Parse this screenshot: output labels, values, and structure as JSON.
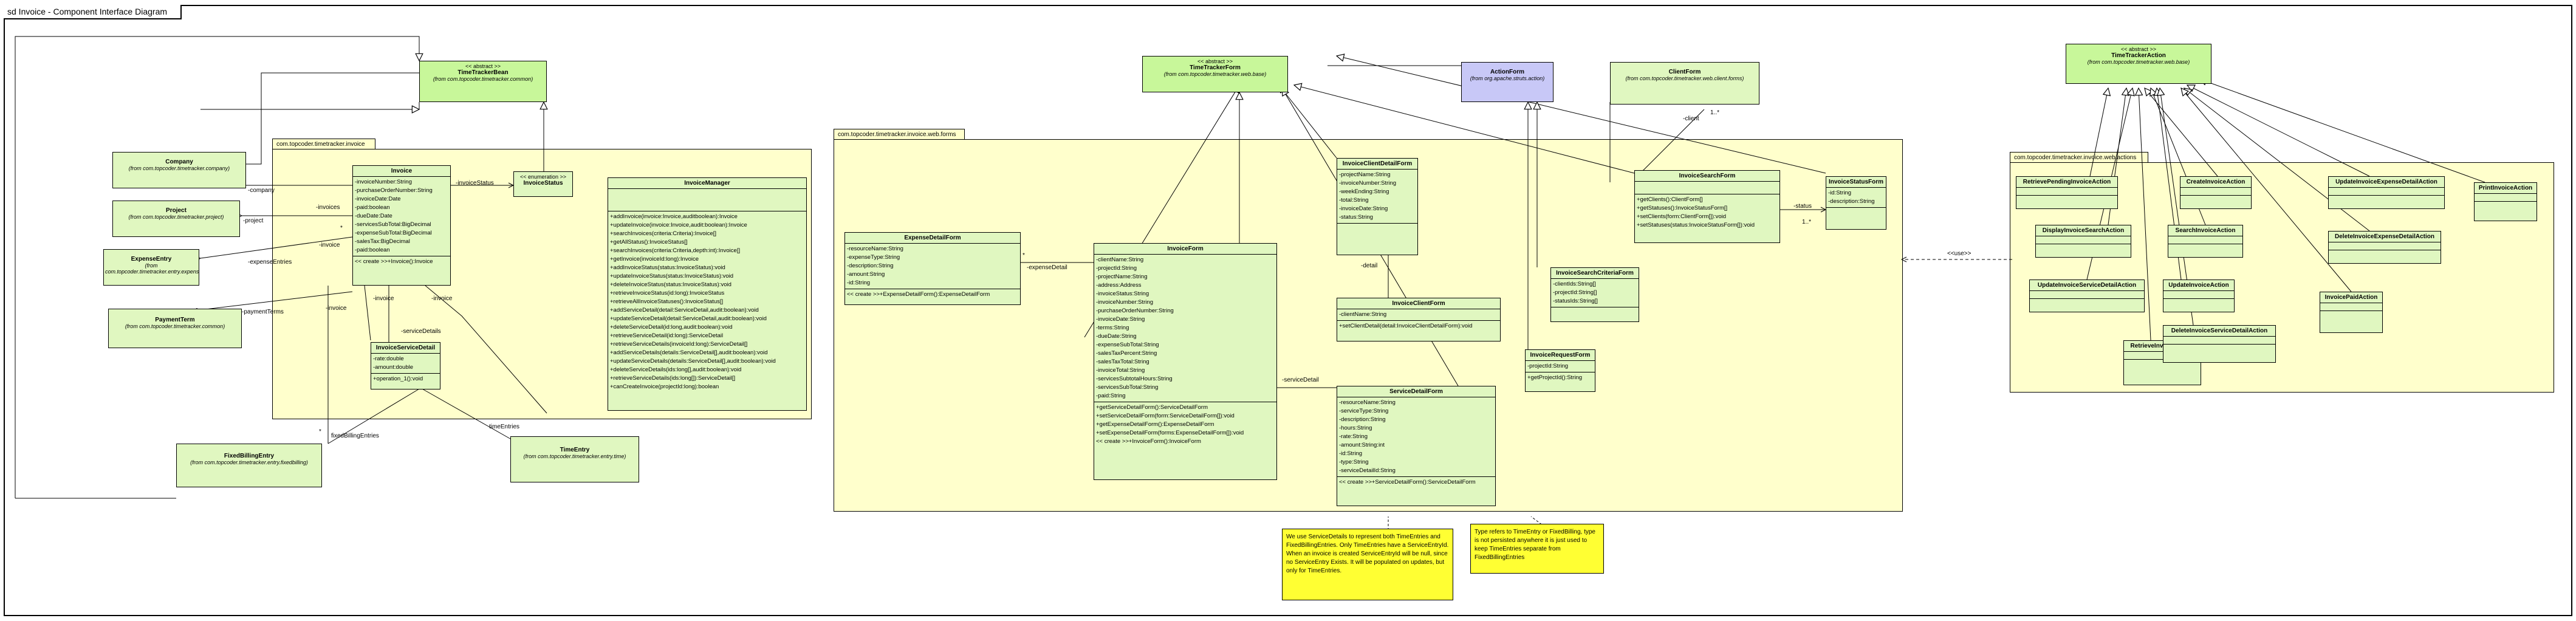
{
  "frame_title": "sd Invoice - Component Interface Diagram",
  "packages": {
    "invoice": "com.topcoder.timetracker.invoice",
    "forms": "com.topcoder.timetracker.invoice.web.forms",
    "actions": "com.topcoder.timetracker.invoice.web.actions"
  },
  "classes": {
    "timetrackerbean": {
      "stereo": "<< abstract >>",
      "name": "TimeTrackerBean",
      "ns": "(from com.topcoder.timetracker.common)"
    },
    "company": {
      "name": "Company",
      "ns": "(from com.topcoder.timetracker.company)"
    },
    "project": {
      "name": "Project",
      "ns": "(from com.topcoder.timetracker.project)"
    },
    "expenseentry": {
      "name": "ExpenseEntry",
      "ns": "(from com.topcoder.timetracker.entry.expense)"
    },
    "paymentterm": {
      "name": "PaymentTerm",
      "ns": "(from com.topcoder.timetracker.common)"
    },
    "fixedbillingentry": {
      "name": "FixedBillingEntry",
      "ns": "(from com.topcoder.timetracker.entry.fixedbilling)"
    },
    "timeentry": {
      "name": "TimeEntry",
      "ns": "(from com.topcoder.timetracker.entry.time)"
    },
    "invoice": {
      "name": "Invoice",
      "attrs": [
        "-invoiceNumber:String",
        "-purchaseOrderNumber:String",
        "-invoiceDate:Date",
        "-paid:boolean",
        "-dueDate:Date",
        "-servicesSubTotal:BigDecimal",
        "-expenseSubTotal:BigDecimal",
        "-salesTax:BigDecimal",
        "-paid:boolean"
      ],
      "ops": [
        "<< create >>+Invoice():Invoice"
      ]
    },
    "invoicestatus": {
      "stereo": "<< enumeration >>",
      "name": "InvoiceStatus"
    },
    "invoiceservicedetail": {
      "name": "InvoiceServiceDetail",
      "attrs": [
        "-rate:double",
        "-amount:double"
      ],
      "ops": [
        "+operation_1():void"
      ]
    },
    "invoicemanager": {
      "name": "InvoiceManager",
      "ops": [
        "+addInvoice(invoice:Invoice,auditboolean):Invoice",
        "+updateInvoice(invoice:Invoice,audit:boolean):Invoice",
        "+searchInvoices(criteria:Criteria):Invoice[]",
        "+getAllStatus():InvoiceStatus[]",
        "+searchInvoices(criteria:Criteria,depth:int):Invoice[]",
        "+getInvoice(invoiceId:long):Invoice",
        "+addInvoiceStatus(status:InvoiceStatus):void",
        "+updateInvoiceStatus(status:InvoiceStatus):void",
        "+deleteInvoiceStatus(status:InvoiceStatus):void",
        "+retrieveInvoiceStatus(id:long):InvoiceStatus",
        "+retrieveAllInvoiceStatuses():InvoiceStatus[]",
        "+addServiceDetail(detail:ServiceDetail,audit:boolean):void",
        "+updateServiceDetail(detail:ServiceDetail,audit:boolean):void",
        "+deleteServiceDetail(id:long,audit:boolean):void",
        "+retrieveServiceDetail(id:long):ServiceDetail",
        "+retrieveServiceDetails(invoiceId:long):ServiceDetail[]",
        "+addServiceDetails(details:ServiceDetail[],audit:boolean):void",
        "+updateServiceDetails(details:ServiceDetail[],audit:boolean):void",
        "+deleteServiceDetails(ids:long[],audit:boolean):void",
        "+retrieveServiceDetails(ids:long[]):ServiceDetail[]",
        "+canCreateInvoice(projectId:long):boolean"
      ]
    },
    "timetrackerform": {
      "stereo": "<< abstract >>",
      "name": "TimeTrackerForm",
      "ns": "(from com.topcoder.timetracker.web.base)"
    },
    "actionform": {
      "name": "ActionForm",
      "ns": "(from org.apache.struts.action)"
    },
    "clientform": {
      "name": "ClientForm",
      "ns": "(from com.topcoder.timetracker.web.client.forms)"
    },
    "expensedetailform": {
      "name": "ExpenseDetailForm",
      "attrs": [
        "-resourceName:String",
        "-expenseType:String",
        "-description:String",
        "-amount:String",
        "-id:String"
      ],
      "ops": [
        "<< create >>+ExpenseDetailForm():ExpenseDetailForm"
      ]
    },
    "invoiceform": {
      "name": "InvoiceForm",
      "attrs": [
        "-clientName:String",
        "-projectId:String",
        "-projectName:String",
        "-address:Address",
        "-invoiceStatus:String",
        "-invoiceNumber:String",
        "-purchaseOrderNumber:String",
        "-invoiceDate:String",
        "-terms:String",
        "-dueDate:String",
        "-expenseSubTotal:String",
        "-salesTaxPercent:String",
        "-salesTaxTotal:String",
        "-invoiceTotal:String",
        "-servicesSubtotalHours:String",
        "-servicesSubTotal:String",
        "-paid:String"
      ],
      "ops": [
        "+getServiceDetailForm():ServiceDetailForm",
        "+setServiceDetailForm(form:ServiceDetailForm[]):void",
        "+getExpenseDetailForm():ExpenseDetailForm",
        "+setExpenseDetailForm(forms:ExpenseDetailForm[]):void",
        "<< create >>+InvoiceForm():InvoiceForm"
      ]
    },
    "invoiceclientdetailform": {
      "name": "InvoiceClientDetailForm",
      "attrs": [
        "-projectName:String",
        "-invoiceNumber:String",
        "-weekEnding:String",
        "-total:String",
        "-invoiceDate:String",
        "-status:String"
      ]
    },
    "invoiceclientform": {
      "name": "InvoiceClientForm",
      "attrs": [
        "-clientName:String"
      ],
      "ops": [
        "+setClientDetail(detail:InvoiceClientDetailForm):void"
      ]
    },
    "servicedetailform": {
      "name": "ServiceDetailForm",
      "attrs": [
        "-resourceName:String",
        "-serviceType:String",
        "-description:String",
        "-hours:String",
        "-rate:String",
        "-amount:String:int",
        "-id:String",
        "-type:String",
        "-serviceDetailId:String"
      ],
      "ops": [
        "<< create >>+ServiceDetailForm():ServiceDetailForm"
      ]
    },
    "invoicesearchform": {
      "name": "InvoiceSearchForm",
      "ops": [
        "+getClients():ClientForm[]",
        "+getStatuses():InvoiceStatusForm[]",
        "+setClients(form:ClientForm[]):void",
        "+setStatuses(status:InvoiceStatusForm[]):void"
      ]
    },
    "invoicestatusform": {
      "name": "InvoiceStatusForm",
      "attrs": [
        "-id:String",
        "-description:String"
      ]
    },
    "invoicesearchcriteriaform": {
      "name": "InvoiceSearchCriteriaForm",
      "attrs": [
        "-clientIds:String[]",
        "-projectId:String[]",
        "-statusIds:String[]"
      ]
    },
    "invoicerequestform": {
      "name": "InvoiceRequestForm",
      "attrs": [
        "-projectId:String"
      ],
      "ops": [
        "+getProjectId():String"
      ]
    },
    "timetrackeraction": {
      "stereo": "<< abstract >>",
      "name": "TimeTrackerAction",
      "ns": "(from com.topcoder.timetracker.web.base)"
    },
    "retrievependinginvoiceaction": {
      "name": "RetrievePendingInvoiceAction"
    },
    "displayinvoicesearchaction": {
      "name": "DisplayInvoiceSearchAction"
    },
    "updateinvoiceservicedetailaction": {
      "name": "UpdateInvoiceServiceDetailAction"
    },
    "retrieveinvoiceaction": {
      "name": "RetrieveInvoiceAction"
    },
    "createinvoiceaction": {
      "name": "CreateInvoiceAction"
    },
    "searchinvoiceaction": {
      "name": "SearchInvoiceAction"
    },
    "updateinvoiceaction": {
      "name": "UpdateInvoiceAction"
    },
    "deleteinvoiceservicedetailaction": {
      "name": "DeleteInvoiceServiceDetailAction"
    },
    "updateinvoiceexpensedetailaction": {
      "name": "UpdateInvoiceExpenseDetailAction"
    },
    "deleteinvoiceexpensedetailaction": {
      "name": "DeleteInvoiceExpenseDetailAction"
    },
    "invoicepaidaction": {
      "name": "InvoicePaidAction"
    },
    "printinvoiceaction": {
      "name": "PrintInvoiceAction"
    }
  },
  "labels": {
    "company": "-company",
    "project": "-project",
    "invoices": "-invoices",
    "invoice_a": "-invoice",
    "expense_entries": "-expenseEntries",
    "payment_terms": "-paymentTerms",
    "invoice_b": "-invoice",
    "invoice_c": "-invoice",
    "invoice_d": "-invoice",
    "invoice_status": "-invoiceStatus",
    "service_details": "-serviceDetails",
    "time_entries": "timeEntries",
    "fixed_billing_entries": "fixedBillingEntries",
    "star1": "*",
    "star2": "*",
    "star3": "*",
    "star4": "*",
    "expense_detail": "-expenseDetail",
    "service_detail": "-serviceDetail",
    "detail": "-detail",
    "client": "-client",
    "status": "-status",
    "one_many1": "1..*",
    "one_many2": "1..*",
    "use": "<<use>>"
  },
  "notes": {
    "note1": "We use ServiceDetails to represent both TimeEntries and FixedBillingEntries. Only TimeEntries have a ServiceEntryId. When an invoice is created ServiceEntryId will be null, since no ServiceEntry Exists. It will be populated on updates, but only for TimeEntries.",
    "note2": "Type refers to TimeEntry or FixedBilling, type is not persisted anywhere it is just used to keep TimeEntries separate from FixedBillingEntries"
  }
}
